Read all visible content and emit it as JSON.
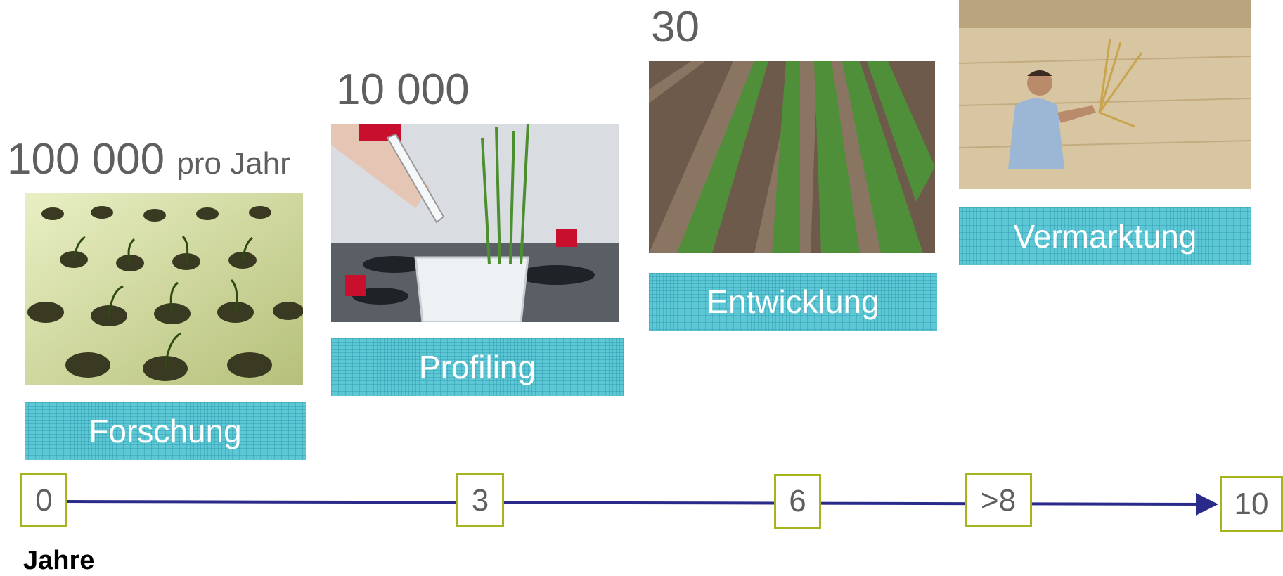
{
  "stages": [
    {
      "count": "100 000",
      "count_unit": "pro Jahr",
      "label": "Forschung",
      "photo": "seedlings-in-trays-photo"
    },
    {
      "count": "10 000",
      "count_unit": "",
      "label": "Profiling",
      "photo": "lab-pipette-photo"
    },
    {
      "count": "30",
      "count_unit": "",
      "label": "Entwicklung",
      "photo": "crop-rows-field-photo"
    },
    {
      "count": "",
      "count_unit": "",
      "label": "Vermarktung",
      "photo": "farmer-wheat-field-photo"
    }
  ],
  "timeline": {
    "markers": [
      "0",
      "3",
      "6",
      ">8",
      "10"
    ],
    "axis_label": "Jahre"
  },
  "colors": {
    "stage_fill": "#5ec7d6",
    "marker_border": "#a8b41e",
    "arrow": "#2a2a8a",
    "count_text": "#5f5f5f"
  }
}
